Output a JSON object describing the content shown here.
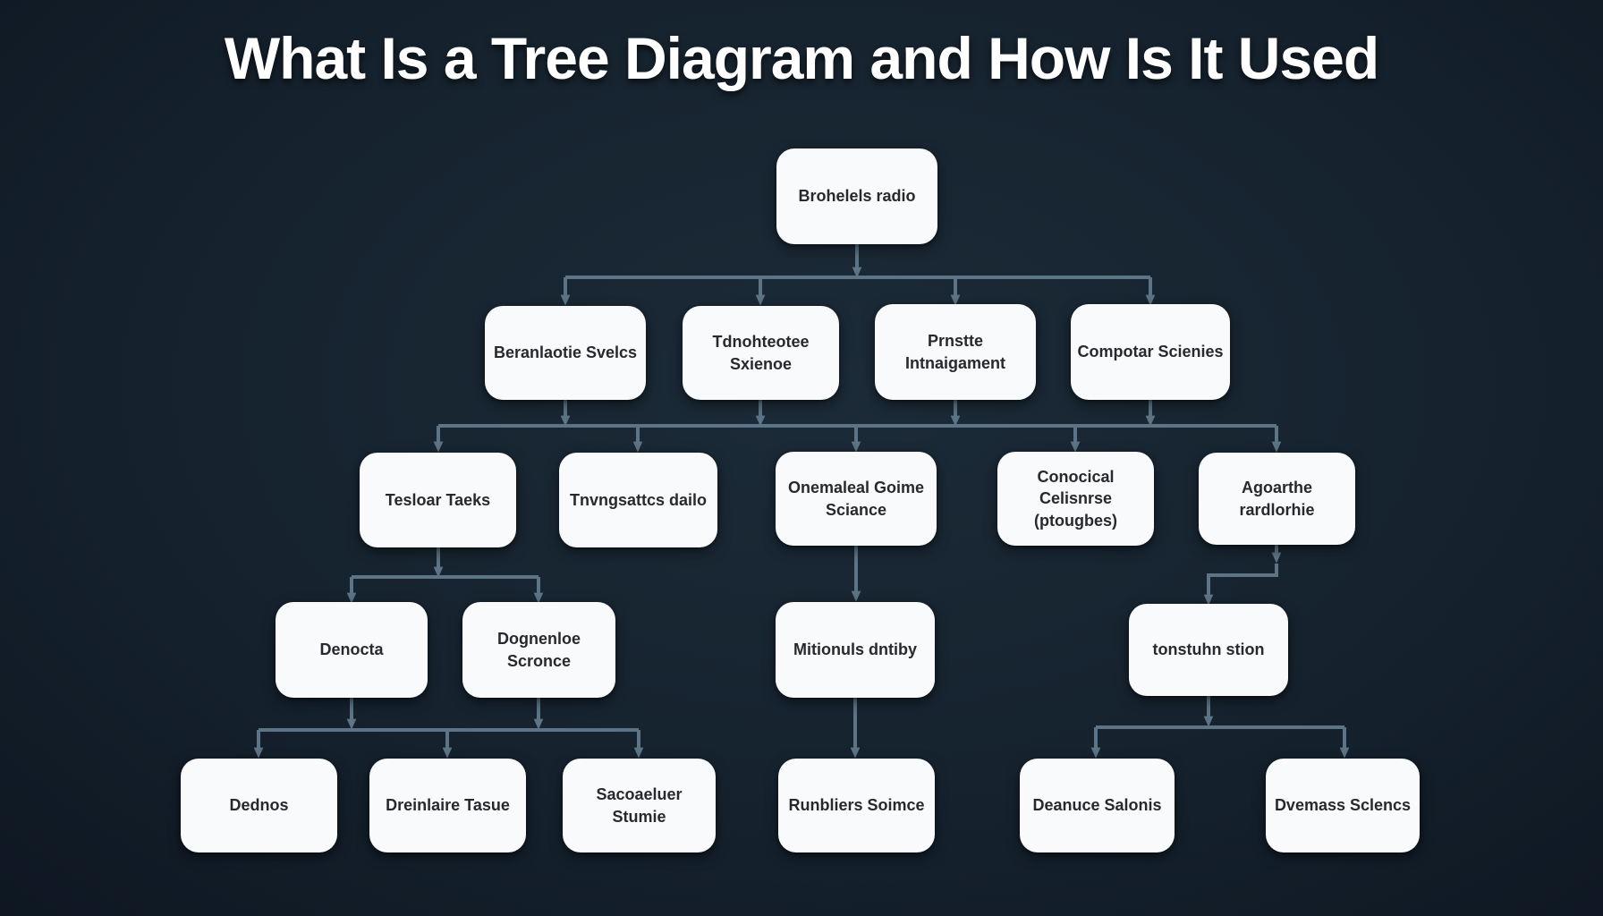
{
  "title": "What Is a Tree Diagram and How Is It Used",
  "colors": {
    "background": "#16232f",
    "background_edge": "#0e1722",
    "node_fill": "#f9fafb",
    "node_text": "#26292e",
    "connector": "#60798a",
    "title_text": "#ffffff"
  },
  "diagram_type": "tree-diagram",
  "nodes": [
    {
      "id": "root",
      "level": 1,
      "label": "Brohelels radio"
    },
    {
      "id": "l2-1",
      "level": 2,
      "label": "Beranlaotie Svelcs"
    },
    {
      "id": "l2-2",
      "level": 2,
      "label": "Tdnohteotee Sxienoe"
    },
    {
      "id": "l2-3",
      "level": 2,
      "label": "Prnstte Intnaigament"
    },
    {
      "id": "l2-4",
      "level": 2,
      "label": "Compotar Scienies"
    },
    {
      "id": "l3-1",
      "level": 3,
      "label": "Tesloar Taeks"
    },
    {
      "id": "l3-2",
      "level": 3,
      "label": "Tnvngsattcs dailo"
    },
    {
      "id": "l3-3",
      "level": 3,
      "label": "Onemaleal Goime Sciance"
    },
    {
      "id": "l3-4",
      "level": 3,
      "label": "Conocical Celisnrse (ptougbes)"
    },
    {
      "id": "l3-5",
      "level": 3,
      "label": "Agoarthe rardlorhie"
    },
    {
      "id": "l4-1",
      "level": 4,
      "label": "Denocta"
    },
    {
      "id": "l4-2",
      "level": 4,
      "label": "Dognenloe Scronce"
    },
    {
      "id": "l4-3",
      "level": 4,
      "label": "Mitionuls dntiby"
    },
    {
      "id": "l4-4",
      "level": 4,
      "label": "tonstuhn stion"
    },
    {
      "id": "l5-1",
      "level": 5,
      "label": "Dednos"
    },
    {
      "id": "l5-2",
      "level": 5,
      "label": "Dreinlaire Tasue"
    },
    {
      "id": "l5-3",
      "level": 5,
      "label": "Sacoaeluer Stumie"
    },
    {
      "id": "l5-4",
      "level": 5,
      "label": "Runbliers Soimce"
    },
    {
      "id": "l5-5",
      "level": 5,
      "label": "Deanuce Salonis"
    },
    {
      "id": "l5-6",
      "level": 5,
      "label": "Dvemass Sclencs"
    }
  ],
  "structure": {
    "root_children": [
      "l2-1",
      "l2-2",
      "l2-3",
      "l2-4"
    ],
    "level2_children": [
      "l3-1",
      "l3-2",
      "l3-3",
      "l3-4",
      "l3-5"
    ],
    "l3-1_children": [
      "l4-1",
      "l4-2"
    ],
    "l3-3_children": [
      "l4-3"
    ],
    "l3-5_children": [
      "l4-4"
    ],
    "l4-1_l4-2_children": [
      "l5-1",
      "l5-2",
      "l5-3"
    ],
    "l4-3_children": [
      "l5-4"
    ],
    "l4-4_children": [
      "l5-5",
      "l5-6"
    ]
  }
}
